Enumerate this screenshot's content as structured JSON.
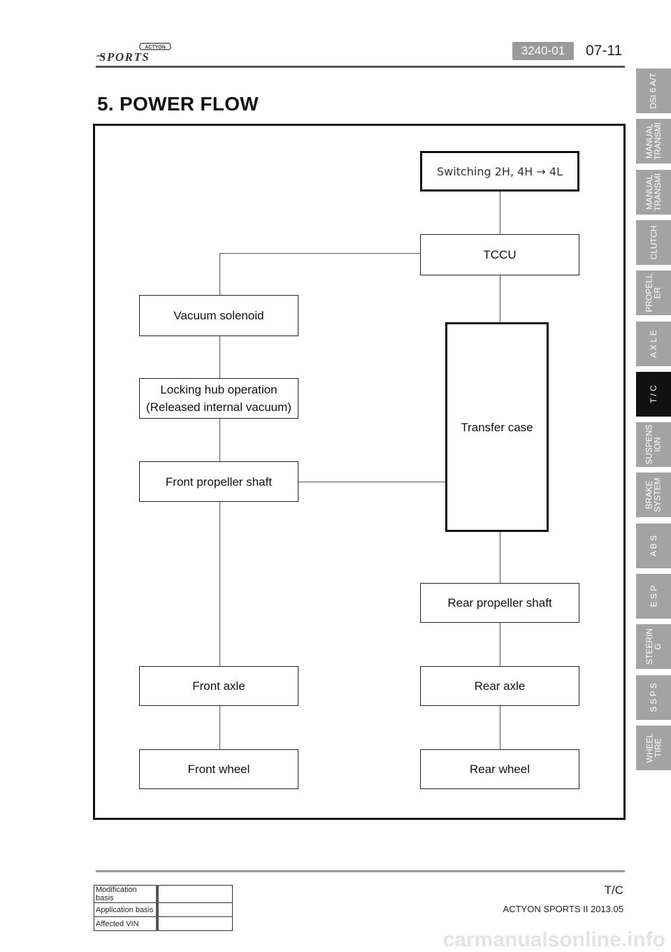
{
  "header": {
    "logo_top": "ACTYON",
    "logo_main": "SPORTS",
    "code": "3240-01",
    "page": "07-11"
  },
  "title": "5. POWER FLOW",
  "diagram": {
    "switching": "Switching 2H, 4H → 4L",
    "tccu": "TCCU",
    "vacuum_solenoid": "Vacuum solenoid",
    "locking_hub_line1": "Locking hub operation",
    "locking_hub_line2": "(Released internal vacuum)",
    "transfer_case": "Transfer case",
    "front_propeller": "Front propeller shaft",
    "rear_propeller": "Rear propeller shaft",
    "front_axle": "Front axle",
    "rear_axle": "Rear axle",
    "front_wheel": "Front wheel",
    "rear_wheel": "Rear wheel"
  },
  "sidebar": {
    "tabs": [
      {
        "label": "DSI 6 A/T"
      },
      {
        "label": "MANUAL\nTRANSMI"
      },
      {
        "label": "MANUAL\nTRANSMI"
      },
      {
        "label": "CLUTCH"
      },
      {
        "label": "PROPELL\nER"
      },
      {
        "label": "A X L E"
      },
      {
        "label": "T / C"
      },
      {
        "label": "SUSPENS\nION"
      },
      {
        "label": "BRAKE\nSYSTEM"
      },
      {
        "label": "A B S"
      },
      {
        "label": "E S P"
      },
      {
        "label": "STEERIN\nG"
      },
      {
        "label": "S S P S"
      },
      {
        "label": "WHEEL\nTIRE"
      }
    ],
    "active_index": 6
  },
  "footer": {
    "section": "T/C",
    "model": "ACTYON SPORTS II 2013.05",
    "table": [
      {
        "label": "Modification basis",
        "value": ""
      },
      {
        "label": "Application basis",
        "value": ""
      },
      {
        "label": "Affected VIN",
        "value": ""
      }
    ]
  },
  "watermark": "carmanualsonline.info"
}
